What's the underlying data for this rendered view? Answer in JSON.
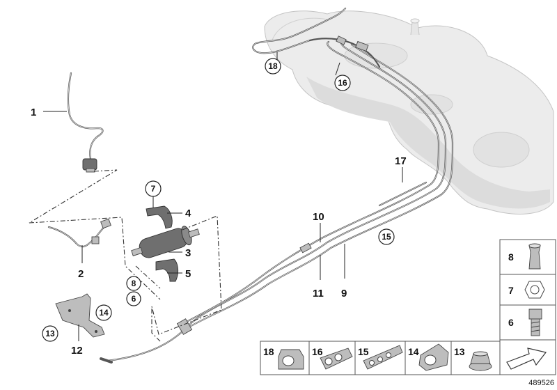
{
  "diagram": {
    "reference_number": "489526",
    "callouts": [
      {
        "id": "1",
        "label": "1"
      },
      {
        "id": "2",
        "label": "2"
      },
      {
        "id": "3",
        "label": "3"
      },
      {
        "id": "4",
        "label": "4"
      },
      {
        "id": "5",
        "label": "5"
      },
      {
        "id": "6",
        "label": "6"
      },
      {
        "id": "7",
        "label": "7"
      },
      {
        "id": "8",
        "label": "8"
      },
      {
        "id": "9",
        "label": "9"
      },
      {
        "id": "10",
        "label": "10"
      },
      {
        "id": "11",
        "label": "11"
      },
      {
        "id": "12",
        "label": "12"
      },
      {
        "id": "13",
        "label": "13"
      },
      {
        "id": "14",
        "label": "14"
      },
      {
        "id": "15",
        "label": "15"
      },
      {
        "id": "16",
        "label": "16"
      },
      {
        "id": "17",
        "label": "17"
      },
      {
        "id": "18",
        "label": "18"
      }
    ],
    "legend_right": [
      {
        "label": "8"
      },
      {
        "label": "7"
      },
      {
        "label": "6"
      }
    ],
    "legend_bottom": [
      {
        "label": "18"
      },
      {
        "label": "16"
      },
      {
        "label": "15"
      },
      {
        "label": "14"
      },
      {
        "label": "13"
      }
    ]
  }
}
